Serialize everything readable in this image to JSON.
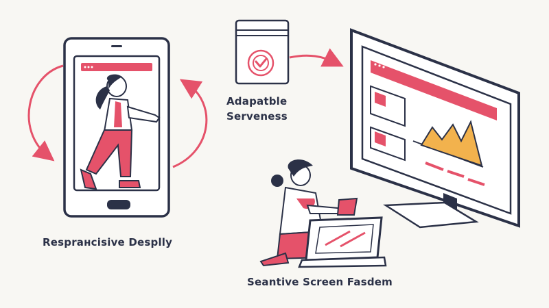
{
  "captions": {
    "responsive_display": "Resprансisive Desplly",
    "adaptable_line1": "Adapatble",
    "adaptable_line2": "Serveness",
    "sensitive_screen": "Seantive Screen Fasdem"
  },
  "colors": {
    "outline": "#2b3147",
    "accent": "#e5526a",
    "accent_light": "#f5c2cb",
    "chart_fill": "#f2b24d",
    "background": "#f8f7f3"
  },
  "icons": {
    "card_badge": "check-badge-icon",
    "cycle_arrows": "refresh-arrows-icon",
    "flow_arrow": "arrow-right-icon"
  }
}
